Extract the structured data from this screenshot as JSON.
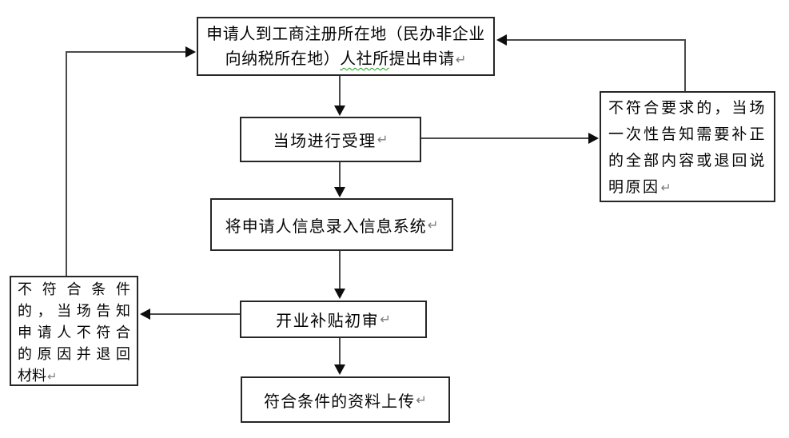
{
  "page": {
    "background": "#ffffff",
    "line_color": "#4a4a4a",
    "arrow_color": "#0d0d0d",
    "border_color": "#262626",
    "spellcheck_underline_color": "#18a018"
  },
  "nodes": {
    "apply": {
      "line1": "申请人到工商注册所在地（民办非企业",
      "line2_pre": "向纳税所在地）",
      "line2_underlined": "人社所",
      "line2_post": "提出申请",
      "return_mark": "↵"
    },
    "accept": {
      "label": "当场进行受理",
      "return_mark": "↵"
    },
    "record": {
      "label": "将申请人信息录入信息系统",
      "return_mark": "↵"
    },
    "review": {
      "label": "开业补贴初审",
      "return_mark": "↵"
    },
    "upload": {
      "label": "符合条件的资料上传",
      "return_mark": "↵"
    },
    "reject_right": {
      "lines": [
        "不符合要求的，当场",
        "一次性告知需要补正",
        "的全部内容或退回说",
        "明原因"
      ],
      "return_mark": "↵"
    },
    "reject_left": {
      "lines": [
        "不符合条件",
        "的，当场告知",
        "申请人不符合",
        "的原因并退回",
        "材料"
      ],
      "return_mark": "↵"
    }
  }
}
